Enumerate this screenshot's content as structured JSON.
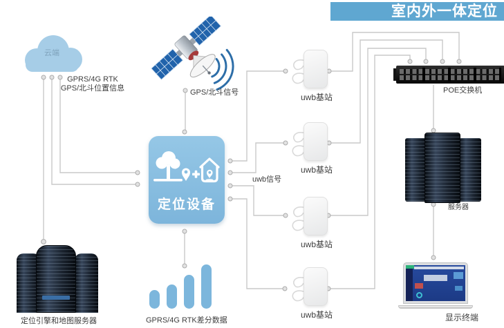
{
  "header": {
    "title": "室内外一体定位"
  },
  "cloud": {
    "label": "云端"
  },
  "uplink": {
    "line1": "GPRS/4G RTK",
    "line2": "GPS/北斗位置信息"
  },
  "satellite": {
    "signal_label": "GPS/北斗信号"
  },
  "device": {
    "label": "定位设备"
  },
  "uwb": {
    "signal_label": "uwb信号",
    "stations": [
      "uwb基站",
      "uwb基站",
      "uwb基站",
      "uwb基站"
    ]
  },
  "poe": {
    "label": "POE交换机"
  },
  "server": {
    "label": "服务器"
  },
  "terminal": {
    "label": "显示终端"
  },
  "engine_server": {
    "label": "定位引擎和地图服务器"
  },
  "differential": {
    "label": "GPRS/4G RTK差分数据"
  },
  "colors": {
    "banner_blue": "#5fa7d1",
    "cloud_blue": "#a6cde7",
    "device_blue_top": "#95c7e6",
    "device_blue_bottom": "#7db5db",
    "bar_blue": "#7cb6dc",
    "signal_arc_blue": "#2d6ea8",
    "solar_panel_blue": "#2163ab",
    "connector_gray": "#c9c9c9",
    "label_gray": "#3e3e3e"
  }
}
